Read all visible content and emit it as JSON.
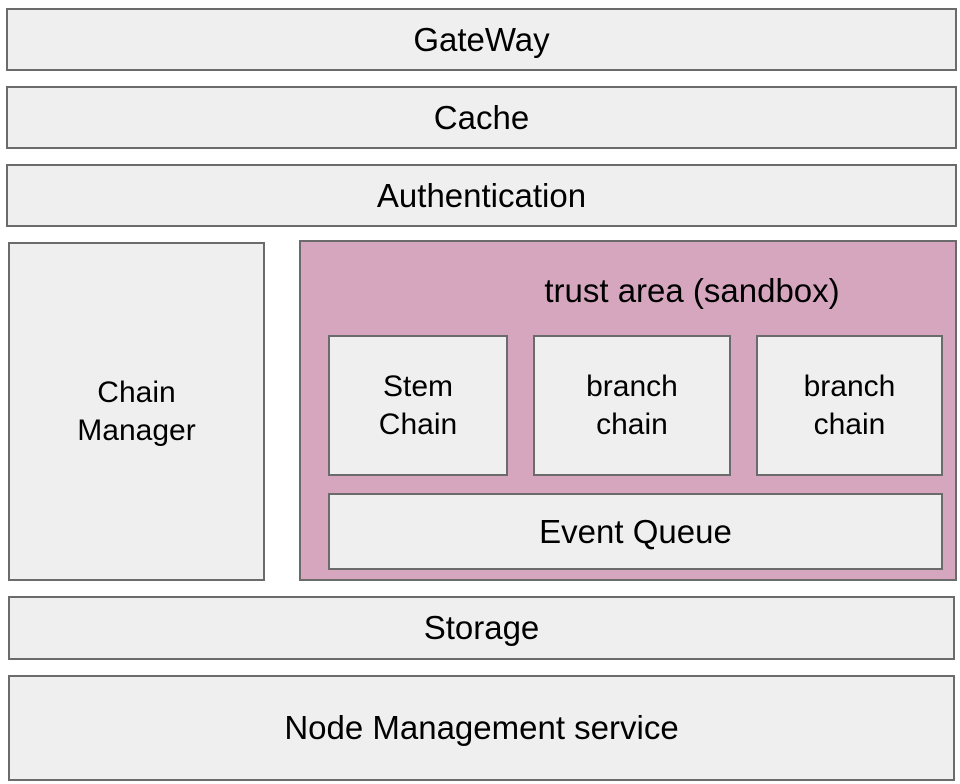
{
  "layers": {
    "gateway": "GateWay",
    "cache": "Cache",
    "authentication": "Authentication",
    "storage": "Storage",
    "node_management": "Node Management service"
  },
  "chain_manager": {
    "line1": "Chain",
    "line2": "Manager"
  },
  "sandbox": {
    "title": "trust area (sandbox)",
    "stem_chain": {
      "line1": "Stem",
      "line2": "Chain"
    },
    "branch_chain_1": {
      "line1": "branch",
      "line2": "chain"
    },
    "branch_chain_2": {
      "line1": "branch",
      "line2": "chain"
    },
    "event_queue": "Event Queue"
  },
  "colors": {
    "box_fill": "#efefef",
    "box_border": "#6b6b6b",
    "sandbox_fill": "#d5a6bd"
  }
}
